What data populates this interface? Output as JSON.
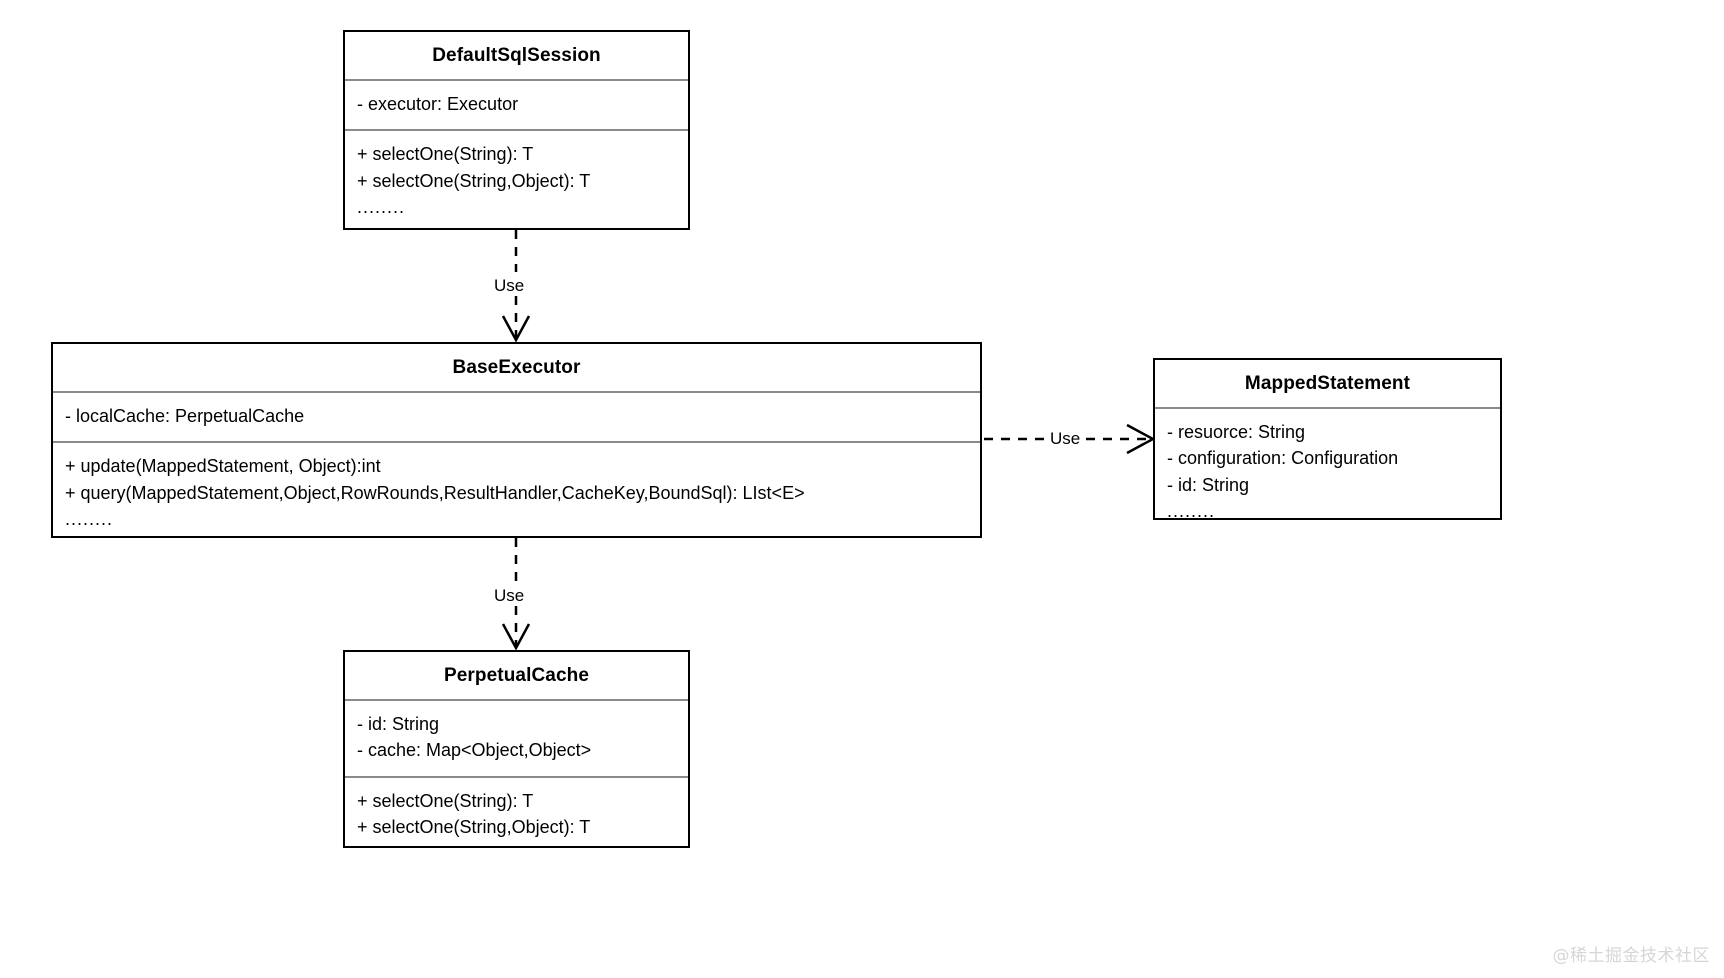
{
  "diagram": {
    "type": "uml-class-diagram",
    "classes": [
      {
        "id": "default-sql-session",
        "name": "DefaultSqlSession",
        "attributes": [
          "- executor: Executor"
        ],
        "methods": [
          "+ selectOne(String): T",
          "+ selectOne(String,Object): T",
          "........"
        ]
      },
      {
        "id": "base-executor",
        "name": "BaseExecutor",
        "attributes": [
          "- localCache: PerpetualCache"
        ],
        "methods": [
          "+ update(MappedStatement, Object):int",
          "+ query(MappedStatement,Object,RowRounds,ResultHandler,CacheKey,BoundSql): LIst<E>",
          "........"
        ]
      },
      {
        "id": "mapped-statement",
        "name": "MappedStatement",
        "attributes": [
          "- resuorce: String",
          "- configuration: Configuration",
          "- id: String",
          "........"
        ],
        "methods": []
      },
      {
        "id": "perpetual-cache",
        "name": "PerpetualCache",
        "attributes": [
          "- id: String",
          "- cache: Map<Object,Object>"
        ],
        "methods": [
          "+ selectOne(String): T",
          "+ selectOne(String,Object): T"
        ]
      }
    ],
    "relationships": [
      {
        "id": "session-to-executor",
        "label": "Use",
        "from": "default-sql-session",
        "to": "base-executor",
        "style": "dashed-open-arrow",
        "direction": "down"
      },
      {
        "id": "executor-to-cache",
        "label": "Use",
        "from": "base-executor",
        "to": "perpetual-cache",
        "style": "dashed-open-arrow",
        "direction": "down"
      },
      {
        "id": "executor-to-mapped",
        "label": "Use",
        "from": "base-executor",
        "to": "mapped-statement",
        "style": "dashed-open-arrow",
        "direction": "right"
      }
    ],
    "colors": {
      "background": "#ffffff",
      "box_border": "#000000",
      "compartment_separator": "#8a8a8a",
      "text": "#000000",
      "watermark": "#d6d6d6"
    }
  },
  "watermark": {
    "text": "@稀土掘金技术社区"
  }
}
